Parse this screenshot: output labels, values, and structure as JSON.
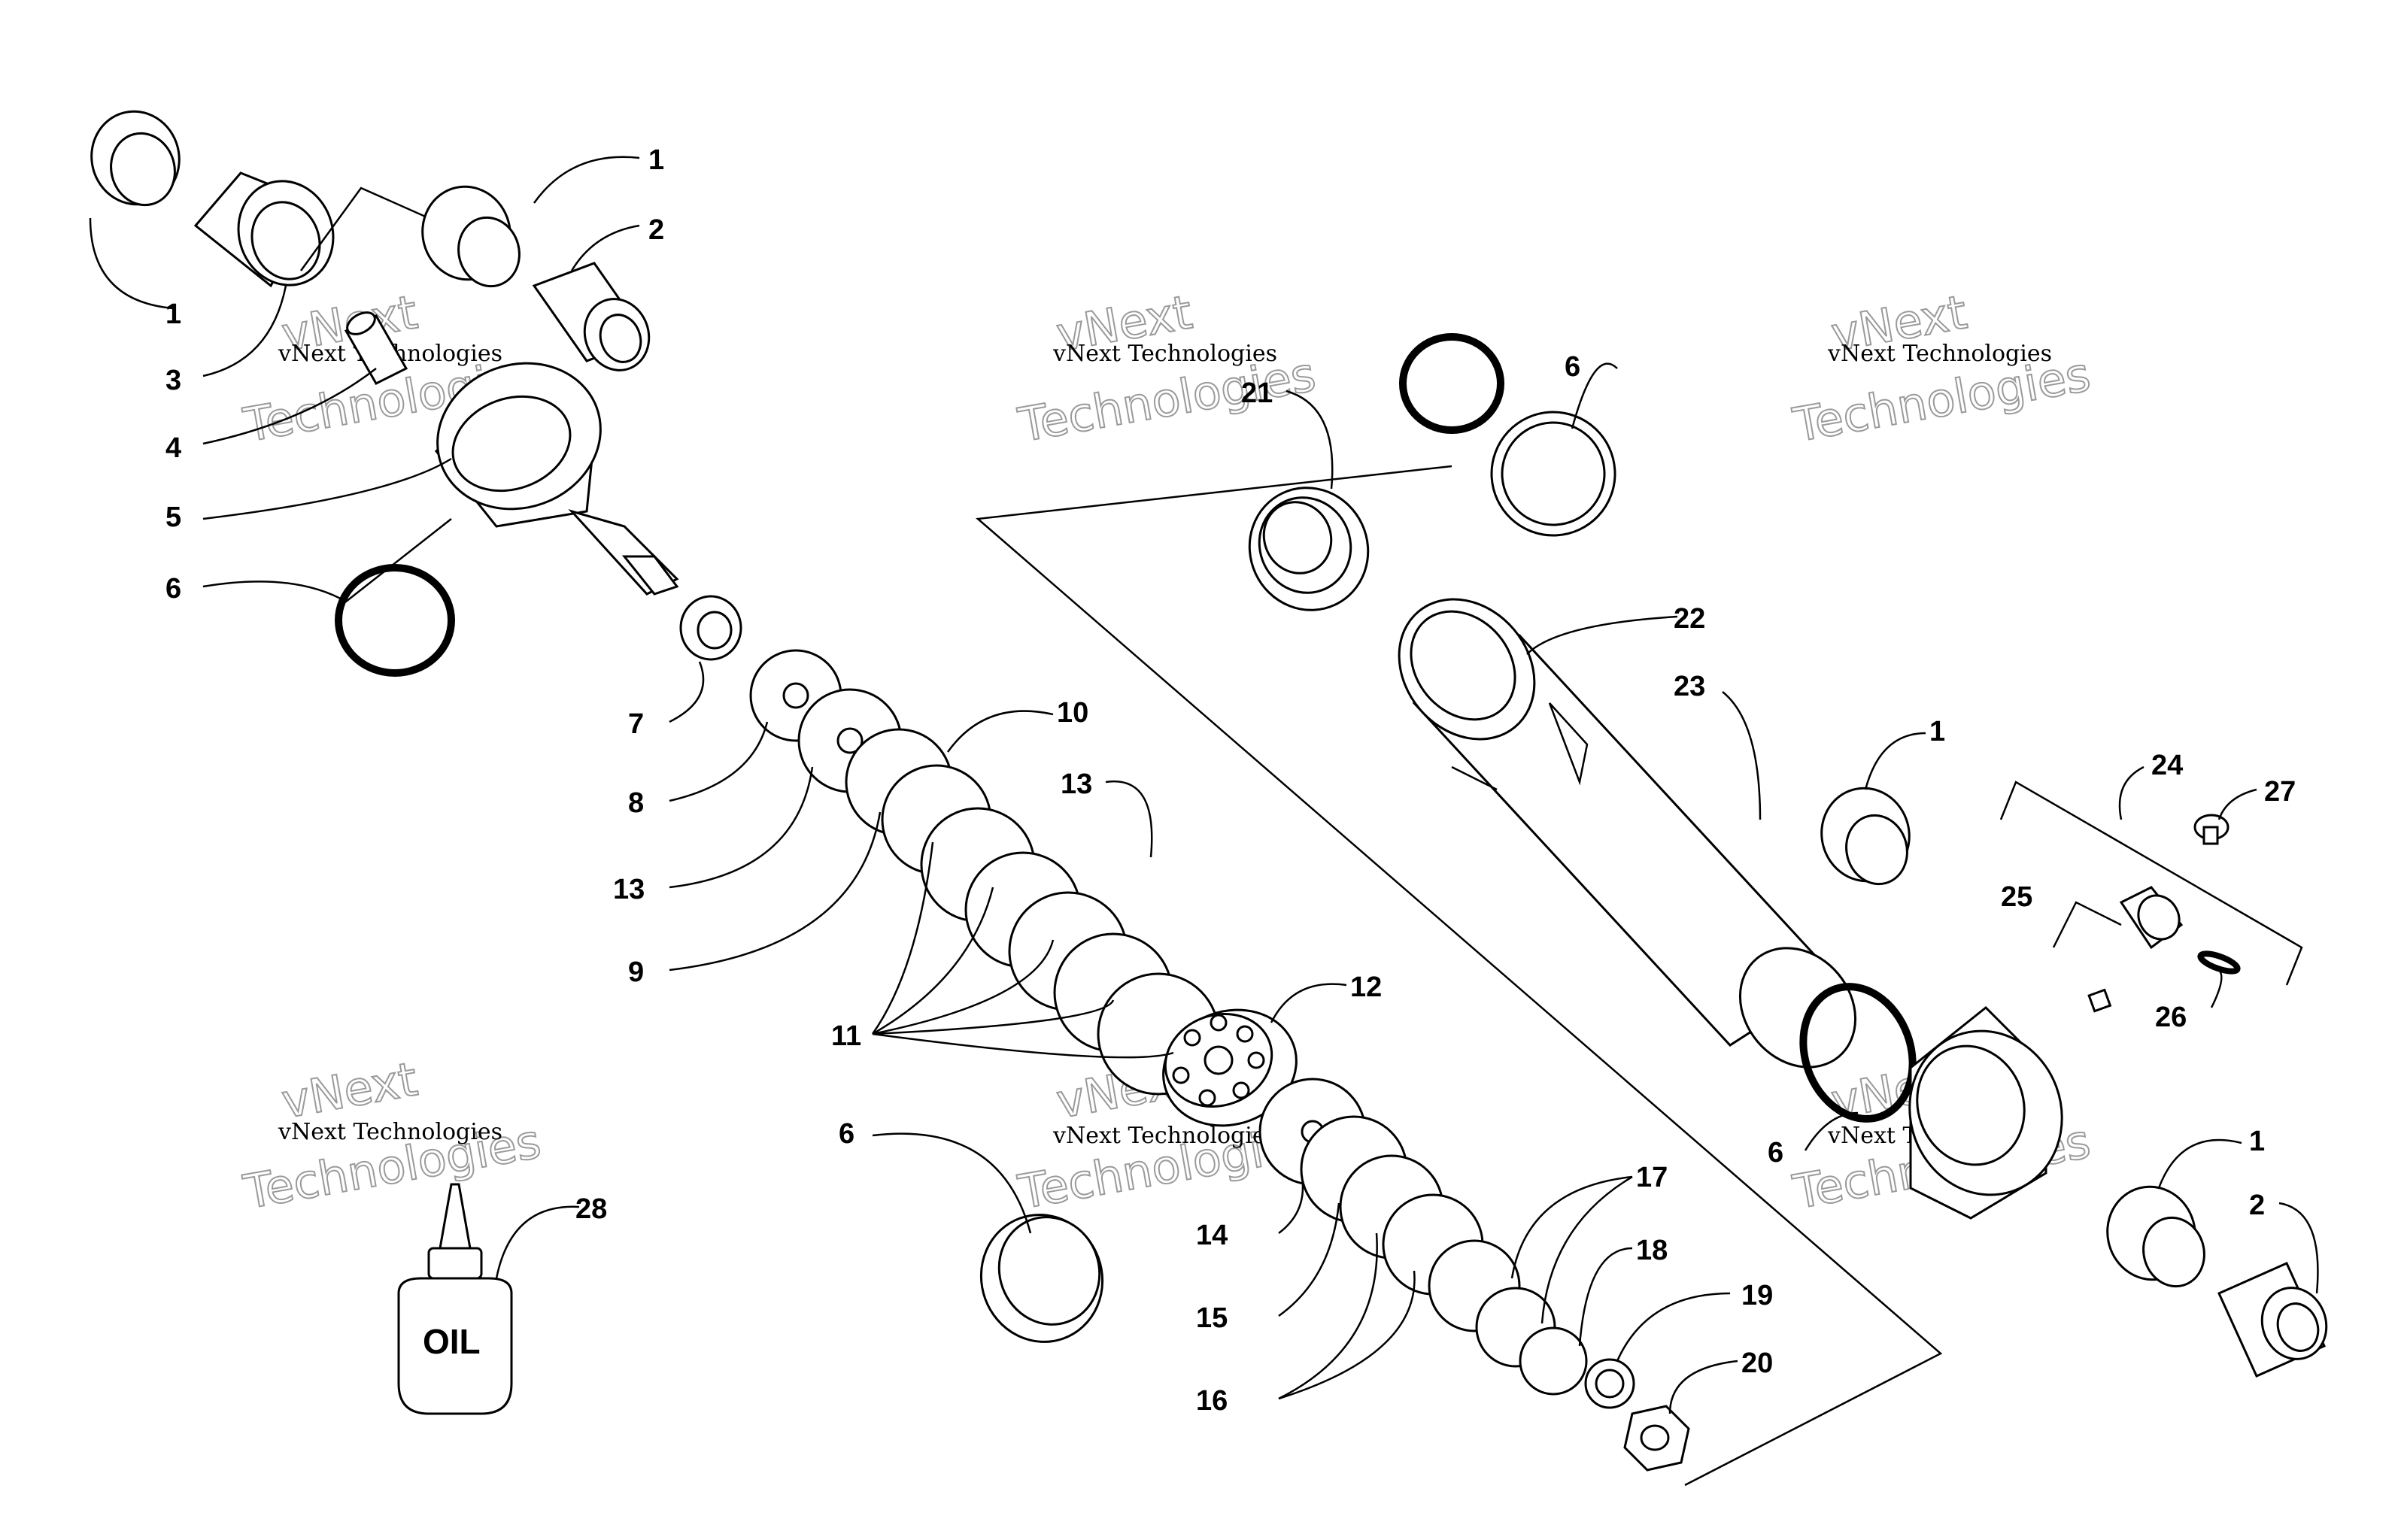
{
  "callouts": [
    {
      "id": "c1a",
      "text": "1"
    },
    {
      "id": "c2a",
      "text": "2"
    },
    {
      "id": "c1b",
      "text": "1"
    },
    {
      "id": "c3",
      "text": "3"
    },
    {
      "id": "c4",
      "text": "4"
    },
    {
      "id": "c5",
      "text": "5"
    },
    {
      "id": "c6a",
      "text": "6"
    },
    {
      "id": "c7",
      "text": "7"
    },
    {
      "id": "c8",
      "text": "8"
    },
    {
      "id": "c13a",
      "text": "13"
    },
    {
      "id": "c9",
      "text": "9"
    },
    {
      "id": "c10",
      "text": "10"
    },
    {
      "id": "c13b",
      "text": "13"
    },
    {
      "id": "c11",
      "text": "11"
    },
    {
      "id": "c12",
      "text": "12"
    },
    {
      "id": "c6b",
      "text": "6"
    },
    {
      "id": "c14",
      "text": "14"
    },
    {
      "id": "c15",
      "text": "15"
    },
    {
      "id": "c16",
      "text": "16"
    },
    {
      "id": "c17",
      "text": "17"
    },
    {
      "id": "c18",
      "text": "18"
    },
    {
      "id": "c19",
      "text": "19"
    },
    {
      "id": "c20",
      "text": "20"
    },
    {
      "id": "c21",
      "text": "21"
    },
    {
      "id": "c6c",
      "text": "6"
    },
    {
      "id": "c22",
      "text": "22"
    },
    {
      "id": "c23",
      "text": "23"
    },
    {
      "id": "c1c",
      "text": "1"
    },
    {
      "id": "c24",
      "text": "24"
    },
    {
      "id": "c27",
      "text": "27"
    },
    {
      "id": "c25",
      "text": "25"
    },
    {
      "id": "c26",
      "text": "26"
    },
    {
      "id": "c6d",
      "text": "6"
    },
    {
      "id": "c1d",
      "text": "1"
    },
    {
      "id": "c2b",
      "text": "2"
    },
    {
      "id": "c28",
      "text": "28"
    }
  ],
  "oil_label": "OIL",
  "watermark": {
    "line1": "vNext Technologies",
    "big_a": "vNext",
    "big_b": "Technologies"
  }
}
